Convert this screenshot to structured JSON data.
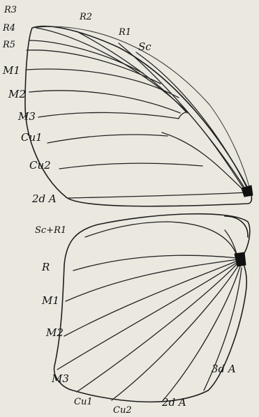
{
  "figure": {
    "forewing_labels": {
      "r3": "R3",
      "r2": "R2",
      "r1": "R1",
      "sc": "Sc",
      "r4": "R4",
      "r5": "R5",
      "m1": "M1",
      "m2": "M2",
      "m3": "M3",
      "cu1": "Cu1",
      "cu2": "Cu2",
      "a2": "2d A"
    },
    "hindwing_labels": {
      "sc_r1": "Sc+R1",
      "rs": "R",
      "m1": "M1",
      "m2": "M2",
      "m3": "M3",
      "cu1": "Cu1",
      "cu2": "Cu2",
      "a2": "2d A",
      "a3": "3d A"
    },
    "colors": {
      "paper": "#ebe8e0",
      "ink": "#1e1e1e"
    }
  }
}
